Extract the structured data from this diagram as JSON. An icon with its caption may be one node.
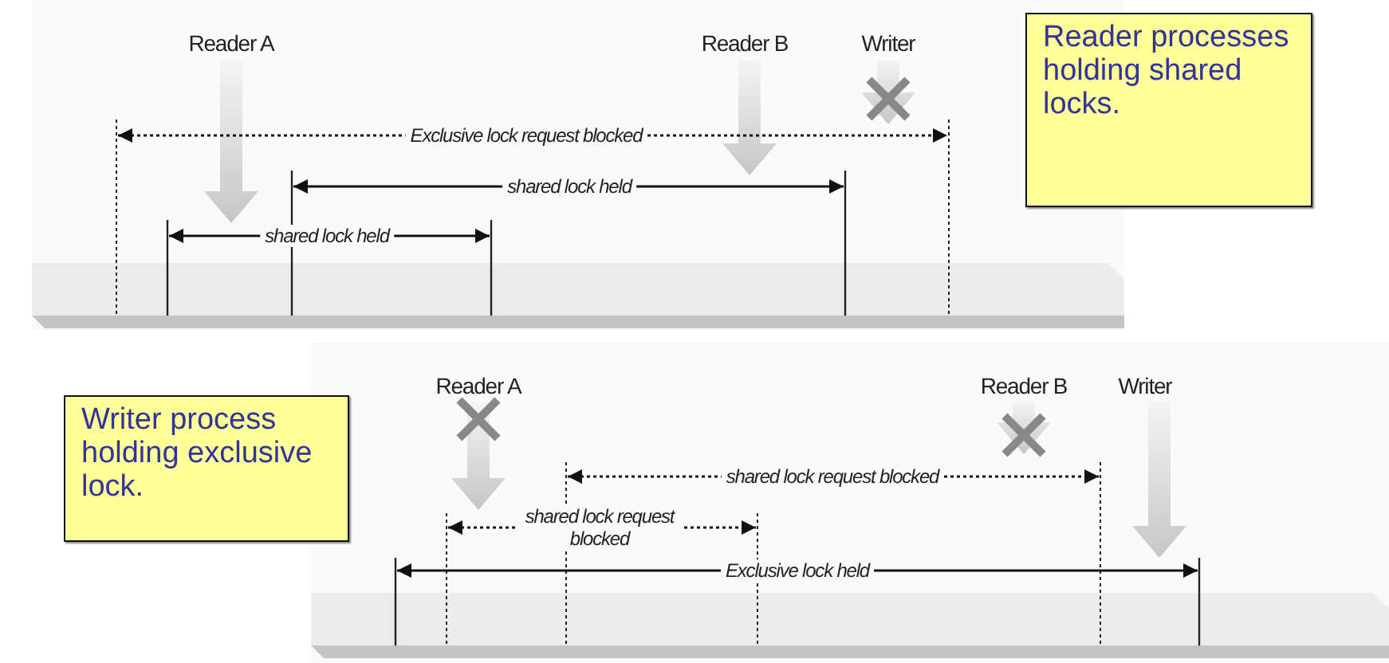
{
  "diagram": {
    "nodes": [
      {
        "text": [
          "Reader processes holding shared locks."
        ]
      },
      {
        "text": [
          "Writer process holding exclusive lock."
        ]
      }
    ],
    "labels": [
      "Reader A",
      "Reader B",
      "Writer",
      "Exclusive lock request blocked",
      "shared lock held",
      "shared lock held",
      "Reader A",
      "Reader B",
      "Writer",
      "shared lock request blocked",
      "shared lock request blocked",
      "Exclusive lock held"
    ]
  }
}
